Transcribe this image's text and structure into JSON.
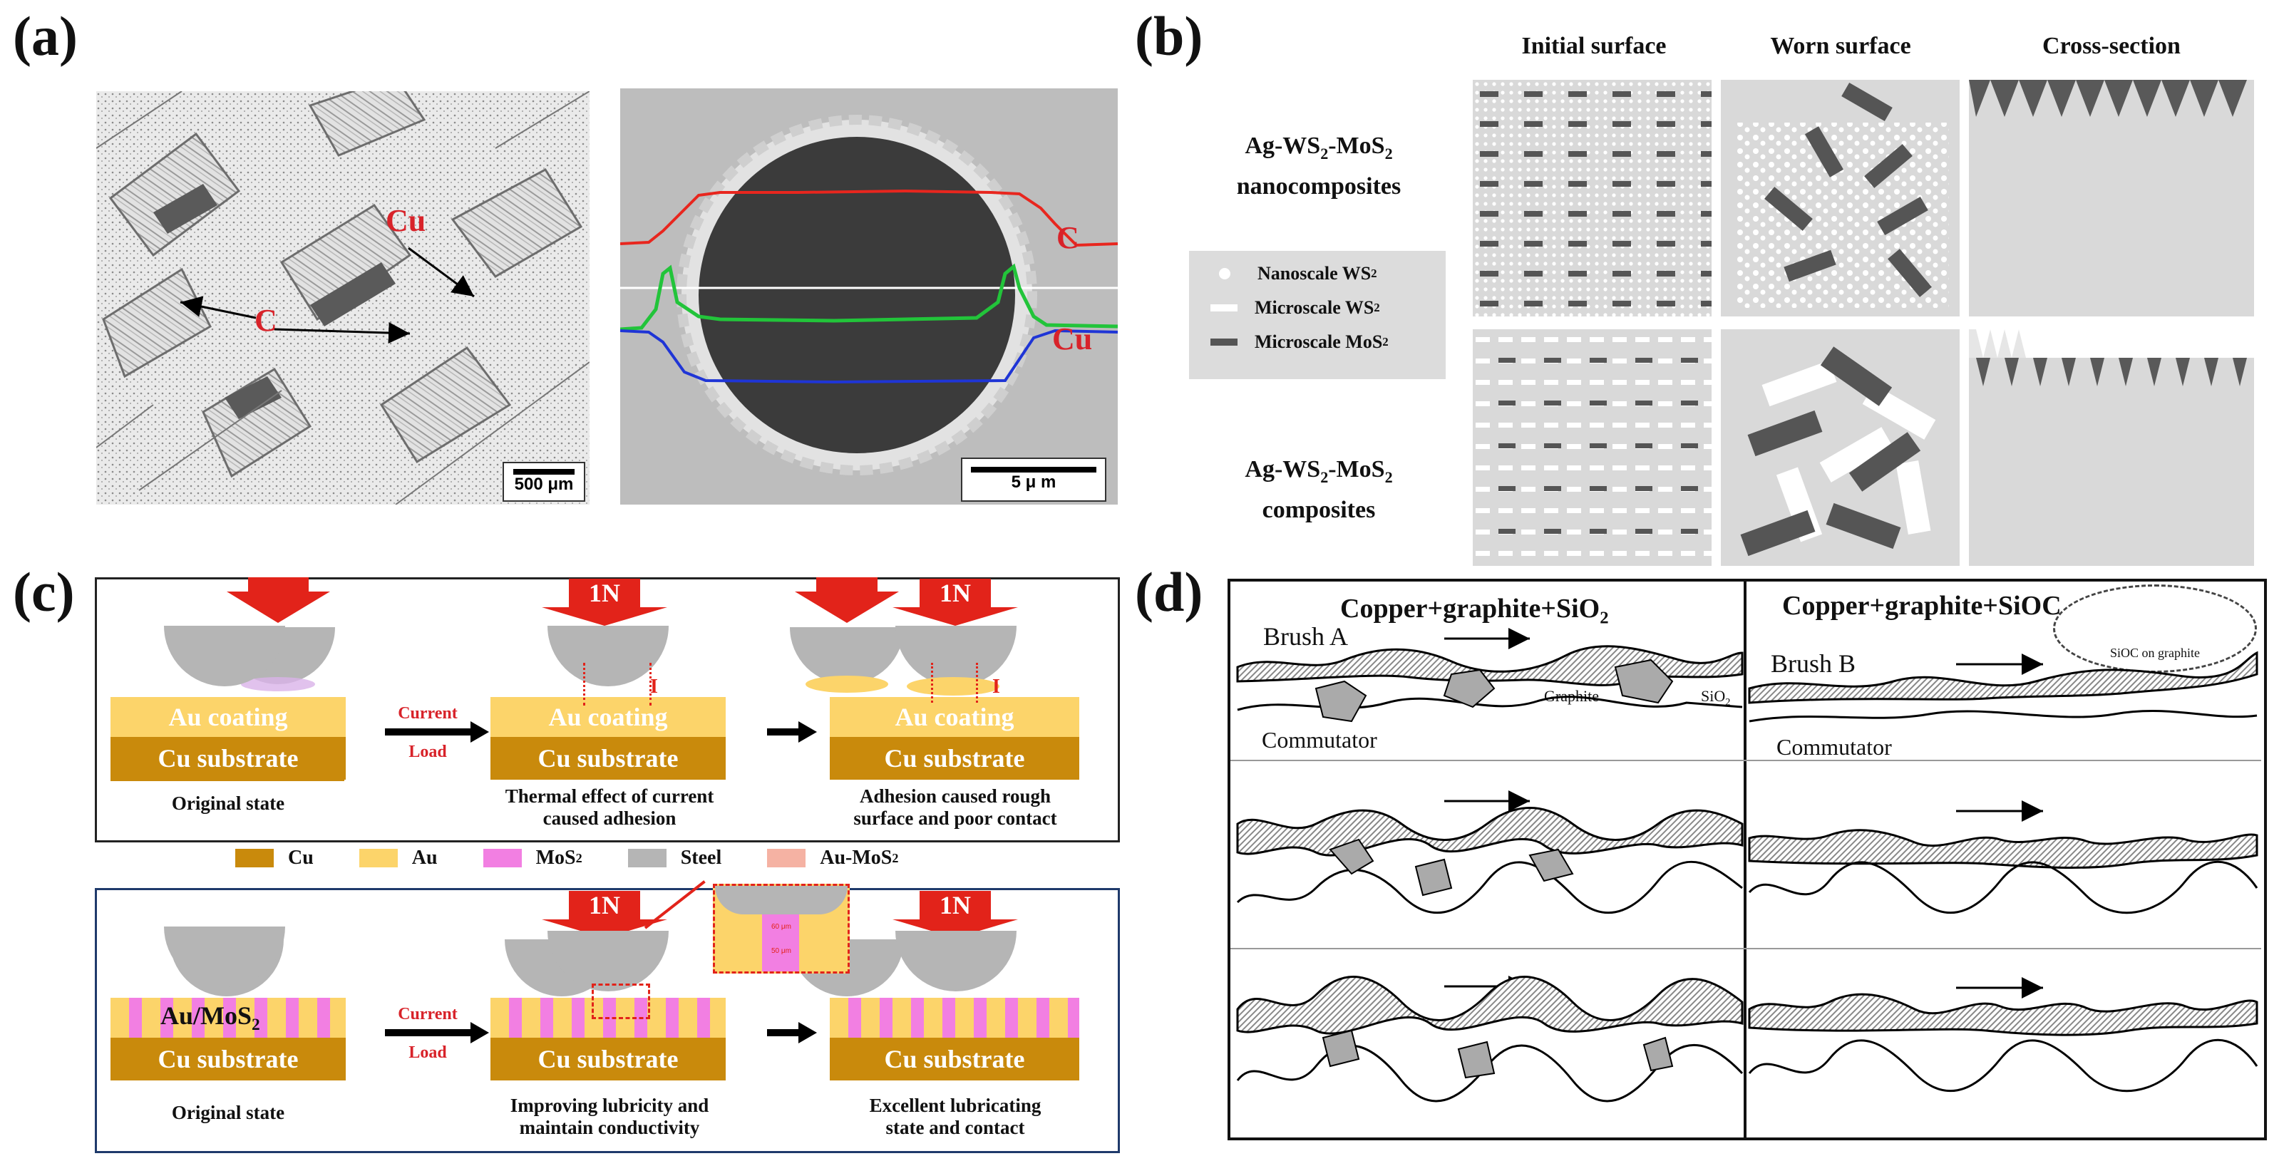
{
  "panels": {
    "a": "(a)",
    "b": "(b)",
    "c": "(c)",
    "d": "(d)"
  },
  "a": {
    "label_cu": "Cu",
    "label_c": "C",
    "scale_left": "500 μm",
    "scale_right": "5 μ m",
    "line_c": "C",
    "line_cu": "Cu",
    "colors": {
      "c_line": "#e8261e",
      "mid_line": "#22c43a",
      "cu_line": "#1f35d6",
      "label": "#d8232a"
    }
  },
  "b": {
    "col_initial": "Initial surface",
    "col_worn": "Worn surface",
    "col_cross": "Cross-section",
    "row1_line1": "Ag-WS",
    "row1_line1_sub": "2",
    "row1_line1_mid": "-MoS",
    "row1_line1_sub2": "2",
    "row1_line2": "nanocomposites",
    "row2_line1": "Ag-WS",
    "row2_line1_sub": "2",
    "row2_line1_mid": "-MoS",
    "row2_line1_sub2": "2",
    "row2_line2": "composites",
    "legend": [
      {
        "text": "Nanoscale WS",
        "sub": "2",
        "icon": "dot"
      },
      {
        "text": "Microscale WS",
        "sub": "2",
        "icon": "white-bar"
      },
      {
        "text": "Microscale MoS",
        "sub": "2",
        "icon": "dark-bar"
      }
    ]
  },
  "c": {
    "top": {
      "load": "1N",
      "au_coating": "Au coating",
      "cu_substrate": "Cu substrate",
      "current": "Current",
      "load_word": "Load",
      "i_mark": "I",
      "cap1": "Original state",
      "cap2_l1": "Thermal effect of current",
      "cap2_l2": "caused adhesion",
      "cap3_l1": "Adhesion caused rough",
      "cap3_l2": "surface and poor contact"
    },
    "legend": [
      {
        "text": "Cu",
        "color": "#c98a0c"
      },
      {
        "text": "Au",
        "color": "#fcd46a"
      },
      {
        "text": "MoS",
        "sub": "2",
        "color": "#f27fe2"
      },
      {
        "text": "Steel",
        "color": "#b5b5b5"
      },
      {
        "text": "Au-MoS",
        "sub": "2",
        "color": "#f5b2a3"
      }
    ],
    "bottom": {
      "load": "1N",
      "au_mos2": "Au/MoS",
      "au_mos2_sub": "2",
      "cu_substrate": "Cu substrate",
      "current": "Current",
      "load_word": "Load",
      "inset_top": "60 μm",
      "inset_bot": "50 μm",
      "cap1": "Original state",
      "cap2_l1": "Improving lubricity and",
      "cap2_l2": "maintain conductivity",
      "cap3_l1": "Excellent lubricating",
      "cap3_l2": "state and contact"
    },
    "colors": {
      "cu": "#c98a0c",
      "au": "#fcd46a",
      "mos2": "#f27fe2",
      "steel": "#b5b5b5",
      "arrow": "#e2231a",
      "box_bottom": "#1f3a6b"
    }
  },
  "d": {
    "title_left": "Copper+graphite+SiO",
    "title_left_sub": "2",
    "title_right": "Copper+graphite+SiOC",
    "brush_a": "Brush A",
    "brush_b": "Brush B",
    "commutator": "Commutator",
    "graphite": "Graphite",
    "sio2": "SiO",
    "sio2_sub": "2",
    "sioc_note": "SiOC on graphite"
  }
}
